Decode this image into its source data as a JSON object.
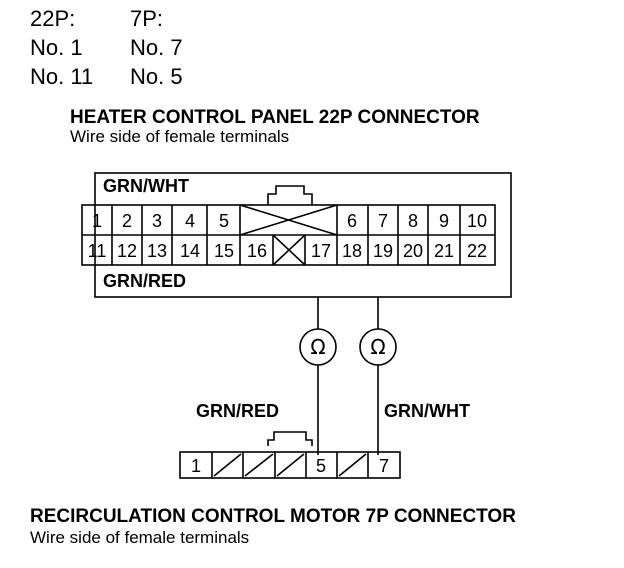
{
  "table": {
    "col1_header": "22P:",
    "col2_header": "7P:",
    "rows": [
      [
        "No. 1",
        "No. 7"
      ],
      [
        "No. 11",
        "No. 5"
      ]
    ]
  },
  "panel_connector": {
    "title": "HEATER CONTROL PANEL 22P CONNECTOR",
    "subtitle": "Wire side of female terminals",
    "top_wire": "GRN/WHT",
    "bottom_wire": "GRN/RED",
    "row1": [
      "1",
      "2",
      "3",
      "4",
      "5",
      "6",
      "7",
      "8",
      "9",
      "10"
    ],
    "row2": [
      "11",
      "12",
      "13",
      "14",
      "15",
      "16",
      "17",
      "18",
      "19",
      "20",
      "21",
      "22"
    ]
  },
  "ohmmeters": {
    "symbol": "Ω",
    "left_label": "GRN/RED",
    "right_label": "GRN/WHT"
  },
  "motor_connector": {
    "title": "RECIRCULATION CONTROL MOTOR 7P CONNECTOR",
    "subtitle": "Wire side of female terminals",
    "pins": [
      "1",
      "5",
      "7"
    ]
  }
}
